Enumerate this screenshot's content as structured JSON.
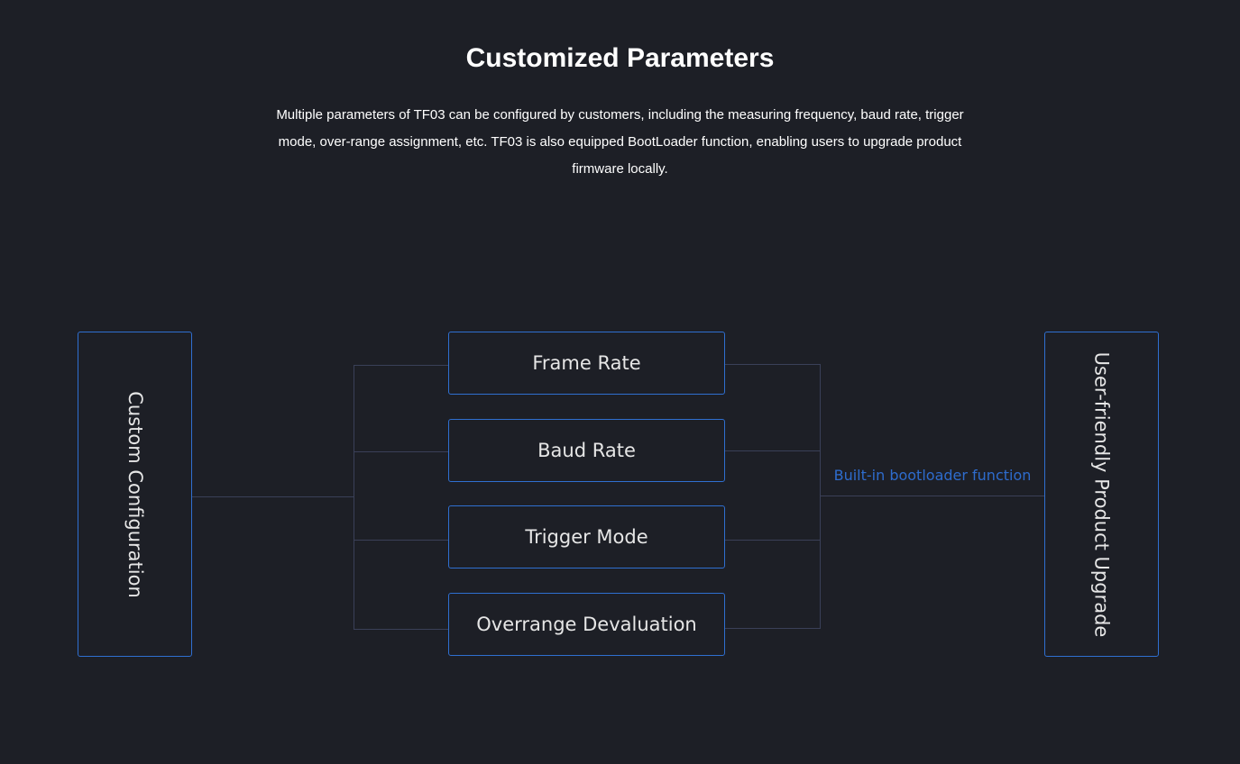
{
  "header": {
    "title": "Customized Parameters",
    "description": "Multiple parameters of TF03 can be configured by customers, including the measuring frequency, baud rate, trigger mode, over-range assignment, etc. TF03 is also equipped BootLoader function, enabling users to upgrade product firmware locally."
  },
  "diagram": {
    "left_node": "Custom Configuration",
    "parameters": [
      "Frame Rate",
      "Baud Rate",
      "Trigger Mode",
      "Overrange Devaluation"
    ],
    "connector_label": "Built-in bootloader function",
    "right_node": "User-friendly Product Upgrade",
    "colors": {
      "background": "#1d1f26",
      "box_border": "#2f6fd0",
      "connector_line": "#3a4058",
      "accent_text": "#2e6ccd"
    }
  }
}
